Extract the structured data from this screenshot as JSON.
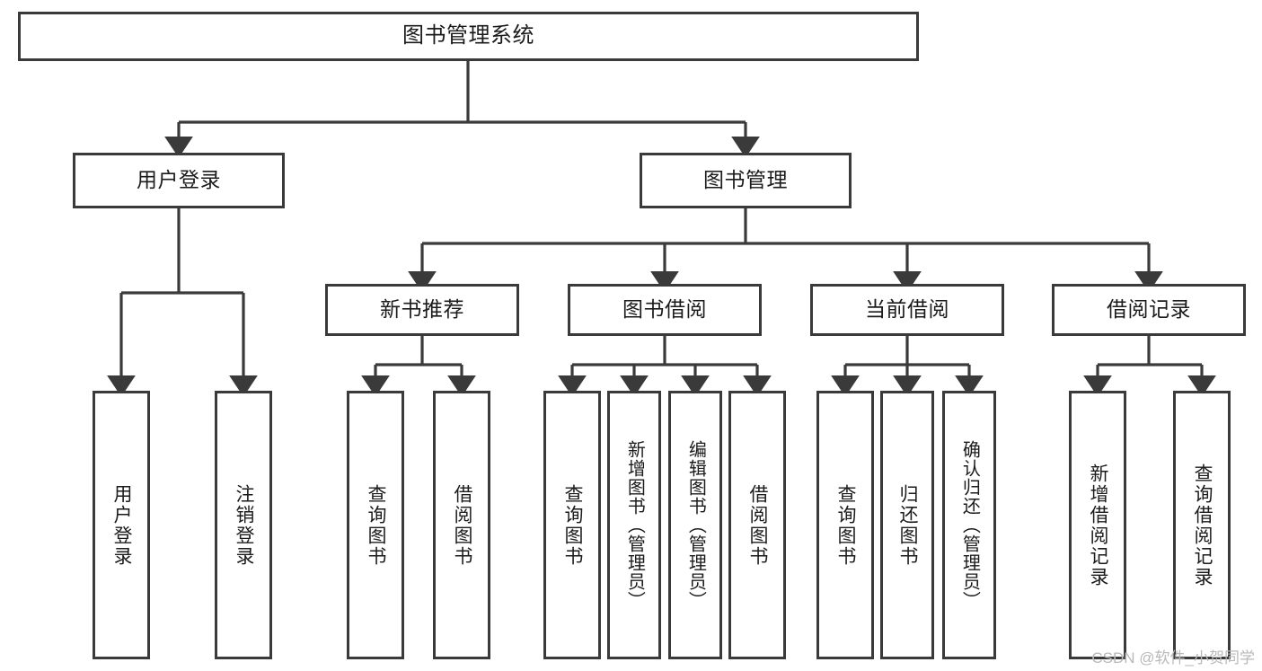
{
  "diagram": {
    "title": "图书管理系统",
    "type": "tree",
    "watermark": "CSDN @软件_小贺同学",
    "colors": {
      "background": "#ffffff",
      "box_border": "#3a3a3a",
      "box_fill": "#ffffff",
      "text": "#1b1b1b",
      "connector": "#3a3a3a",
      "watermark": "#b9b9b9"
    },
    "root": {
      "label": "图书管理系统"
    },
    "level1": [
      {
        "label": "用户登录"
      },
      {
        "label": "图书管理"
      }
    ],
    "level2": [
      {
        "label": "新书推荐"
      },
      {
        "label": "图书借阅"
      },
      {
        "label": "当前借阅"
      },
      {
        "label": "借阅记录"
      }
    ],
    "leaves": {
      "user_login": [
        {
          "label": "用户登录"
        },
        {
          "label": "注销登录"
        }
      ],
      "new_book_recommend": [
        {
          "label": "查询图书"
        },
        {
          "label": "借阅图书"
        }
      ],
      "book_borrow": [
        {
          "label": "查询图书"
        },
        {
          "label": "新增图书（管理员）"
        },
        {
          "label": "编辑图书（管理员）"
        },
        {
          "label": "借阅图书"
        }
      ],
      "current_borrow": [
        {
          "label": "查询图书"
        },
        {
          "label": "归还图书"
        },
        {
          "label": "确认归还（管理员）"
        }
      ],
      "borrow_record": [
        {
          "label": "新增借阅记录"
        },
        {
          "label": "查询借阅记录"
        }
      ]
    }
  }
}
